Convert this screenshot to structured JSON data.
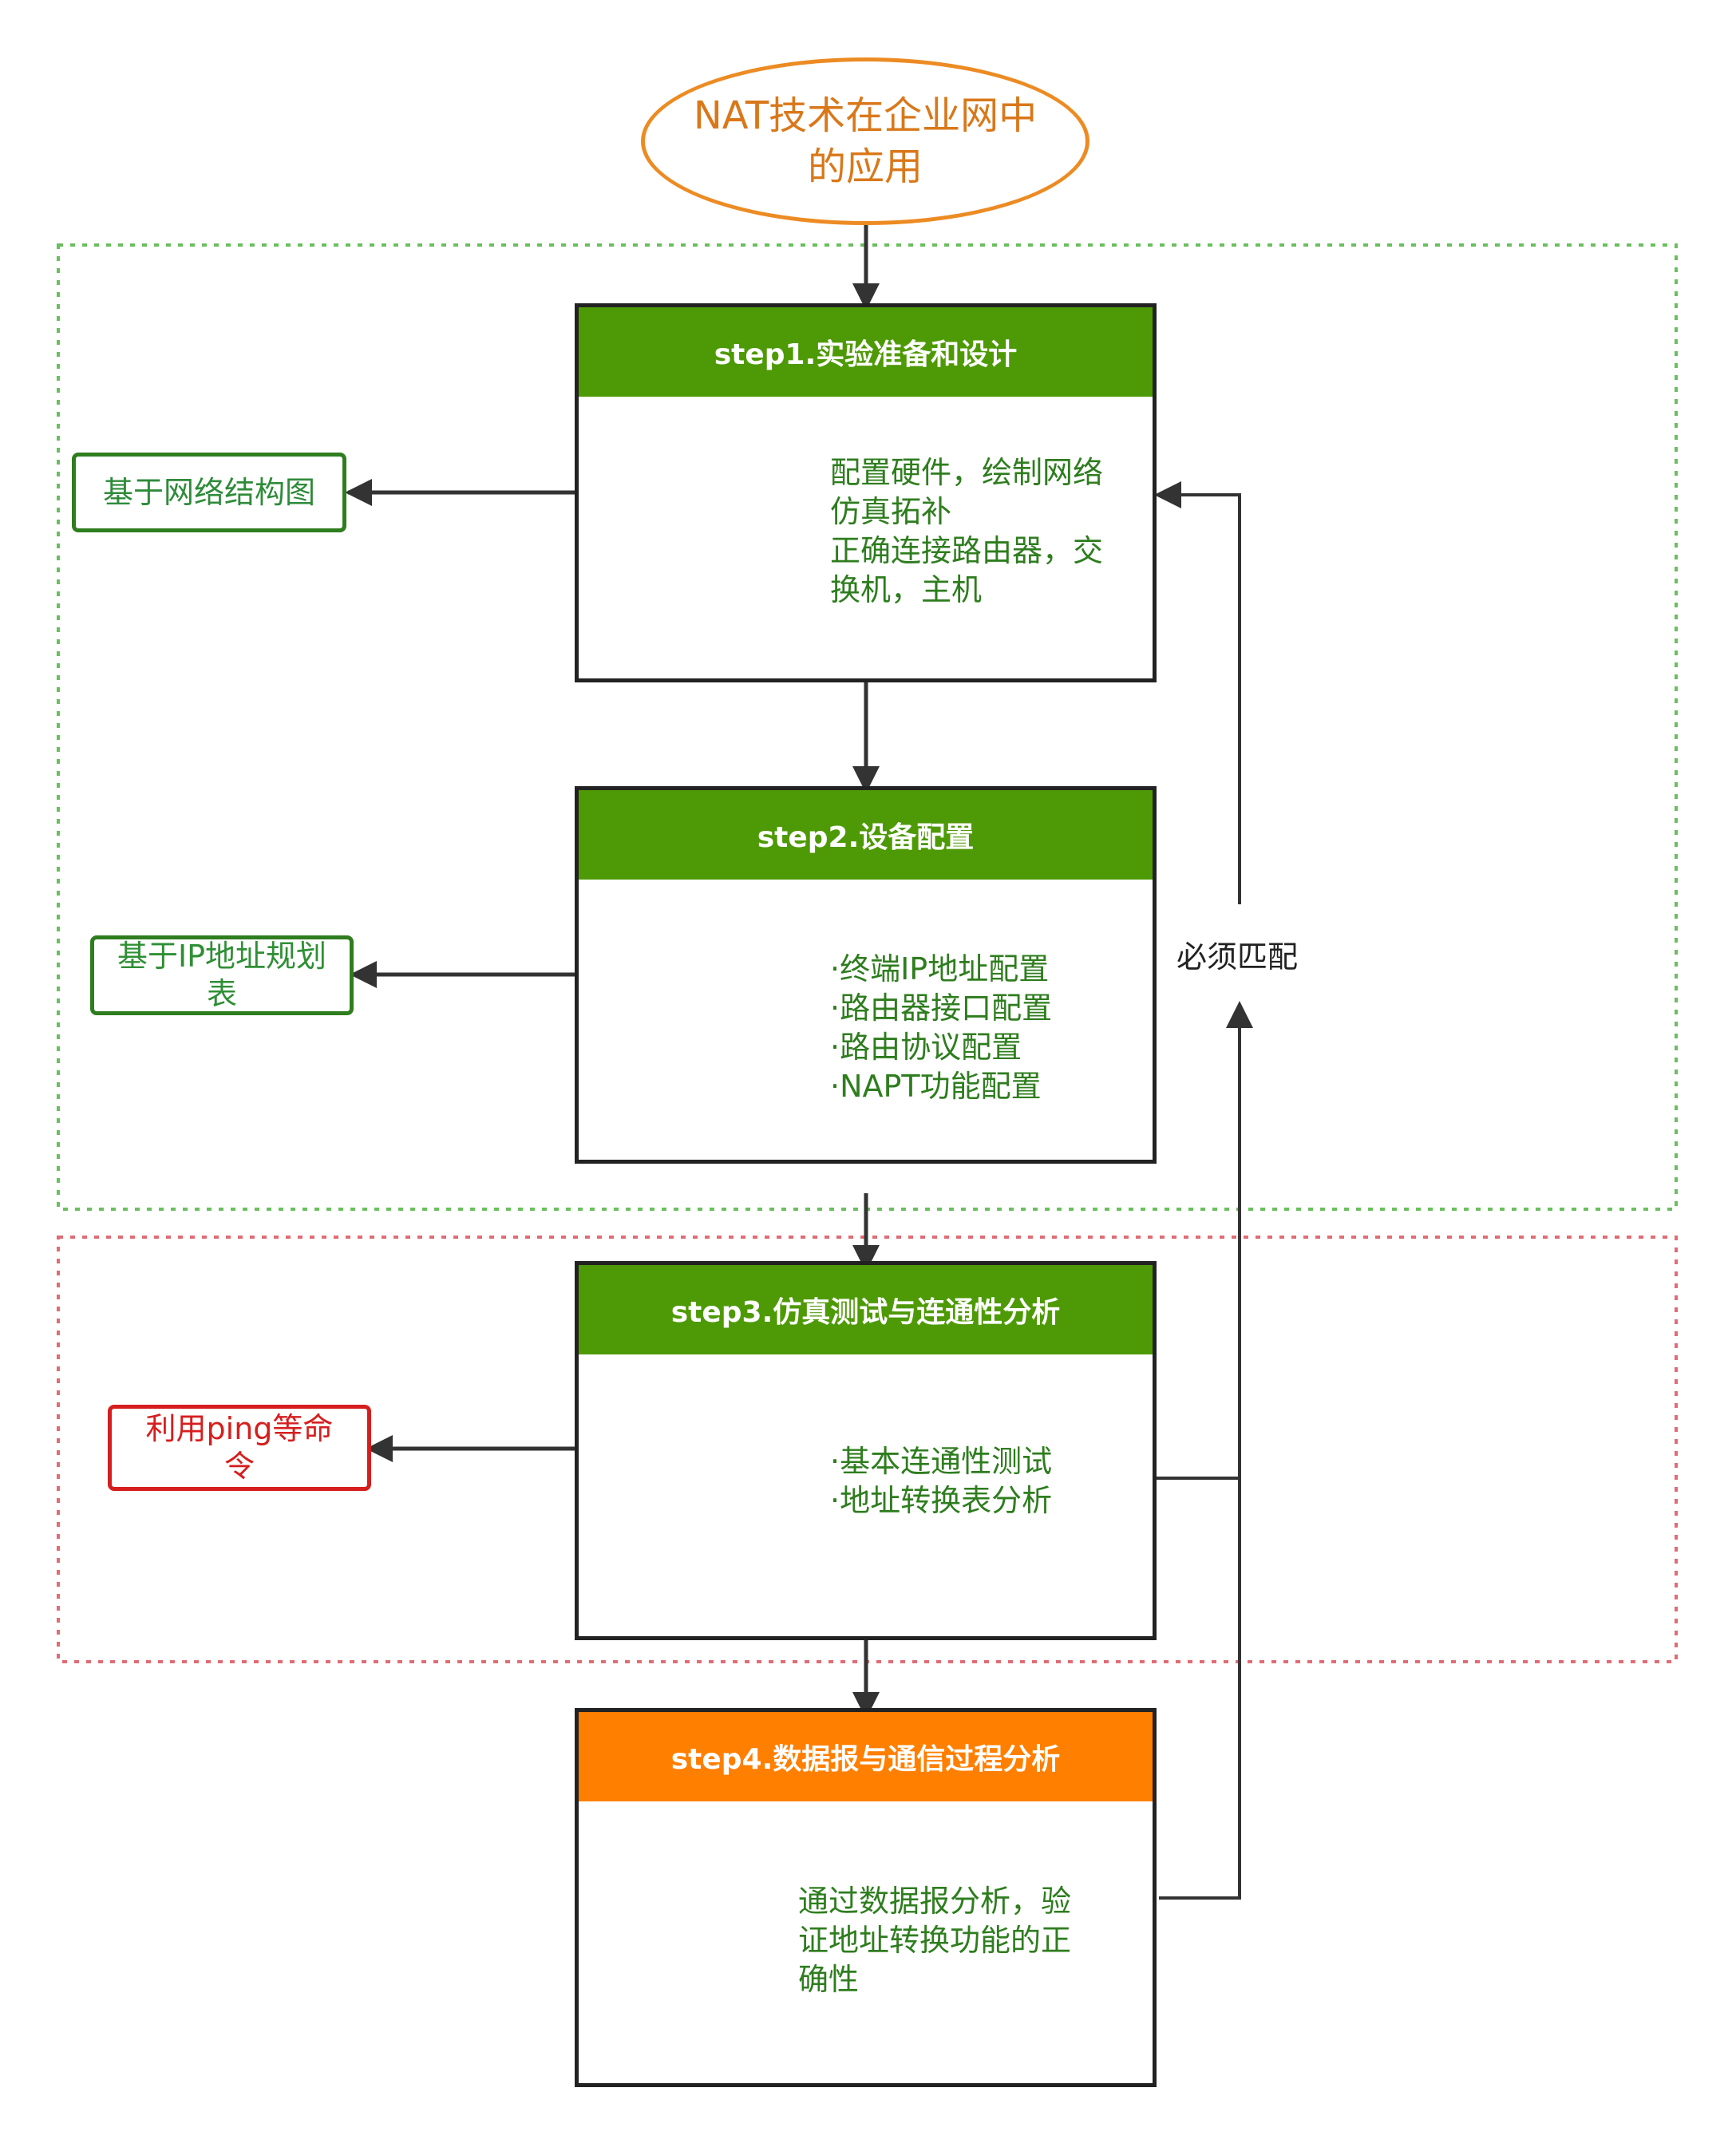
{
  "title": "NAT技术在企业网中的应用",
  "colors": {
    "title_border": "#ED8B23",
    "title_text": "#D9781A",
    "step_header_green": "#4E9A06",
    "step_header_orange": "#FF7F00",
    "body_text": "#2E7D1E",
    "group_green": "#6ABF5E",
    "group_red": "#E06C75",
    "arrow": "#333333",
    "wave_blue": "#2F5FA8"
  },
  "steps": [
    {
      "header": "step1.实验准备和设计",
      "body": [
        "配置硬件，绘制网络",
        "仿真拓补",
        "正确连接路由器，交",
        "换机，主机"
      ],
      "icon": "network-switch-icon"
    },
    {
      "header": "step2.设备配置",
      "body": [
        "·终端IP地址配置",
        "·路由器接口配置",
        "·路由协议配置",
        "·NAPT功能配置"
      ],
      "icon": "wireless-router-icon"
    },
    {
      "header": "step3.仿真测试与连通性分析",
      "body": [
        "·基本连通性测试",
        "·地址转换表分析"
      ],
      "icon": "signal-waves-icon"
    },
    {
      "header": "step4.数据报与通信过程分析",
      "body": [
        "通过数据报分析，验",
        "证地址转换功能的正",
        "确性"
      ],
      "icon": "transmission-tower-icon"
    }
  ],
  "side_notes": [
    {
      "text": "基于网络结构图"
    },
    {
      "text": "基于IP地址规划表"
    },
    {
      "text": "利用ping等命令"
    }
  ],
  "feedback_label": "必须匹配"
}
